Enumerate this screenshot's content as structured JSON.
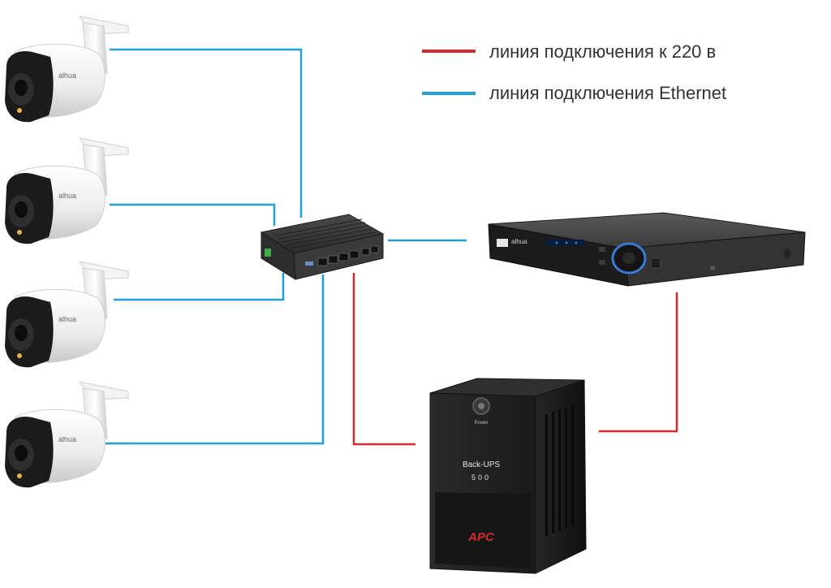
{
  "legend": {
    "power_line_label": "линия подключения к 220 в",
    "ethernet_line_label": "линия подключения Ethernet"
  },
  "colors": {
    "power_line": "#d62a2a",
    "ethernet_line": "#1e9fd8",
    "device_dark": "#2b2b2b",
    "camera_white": "#f2f2f2",
    "text": "#333333"
  },
  "devices": {
    "camera_brand": "alhua",
    "nvr_brand": "alhua",
    "ups_model": "Back-UPS",
    "ups_capacity": "500",
    "ups_power_label": "Power",
    "ups_brand": "APC"
  }
}
